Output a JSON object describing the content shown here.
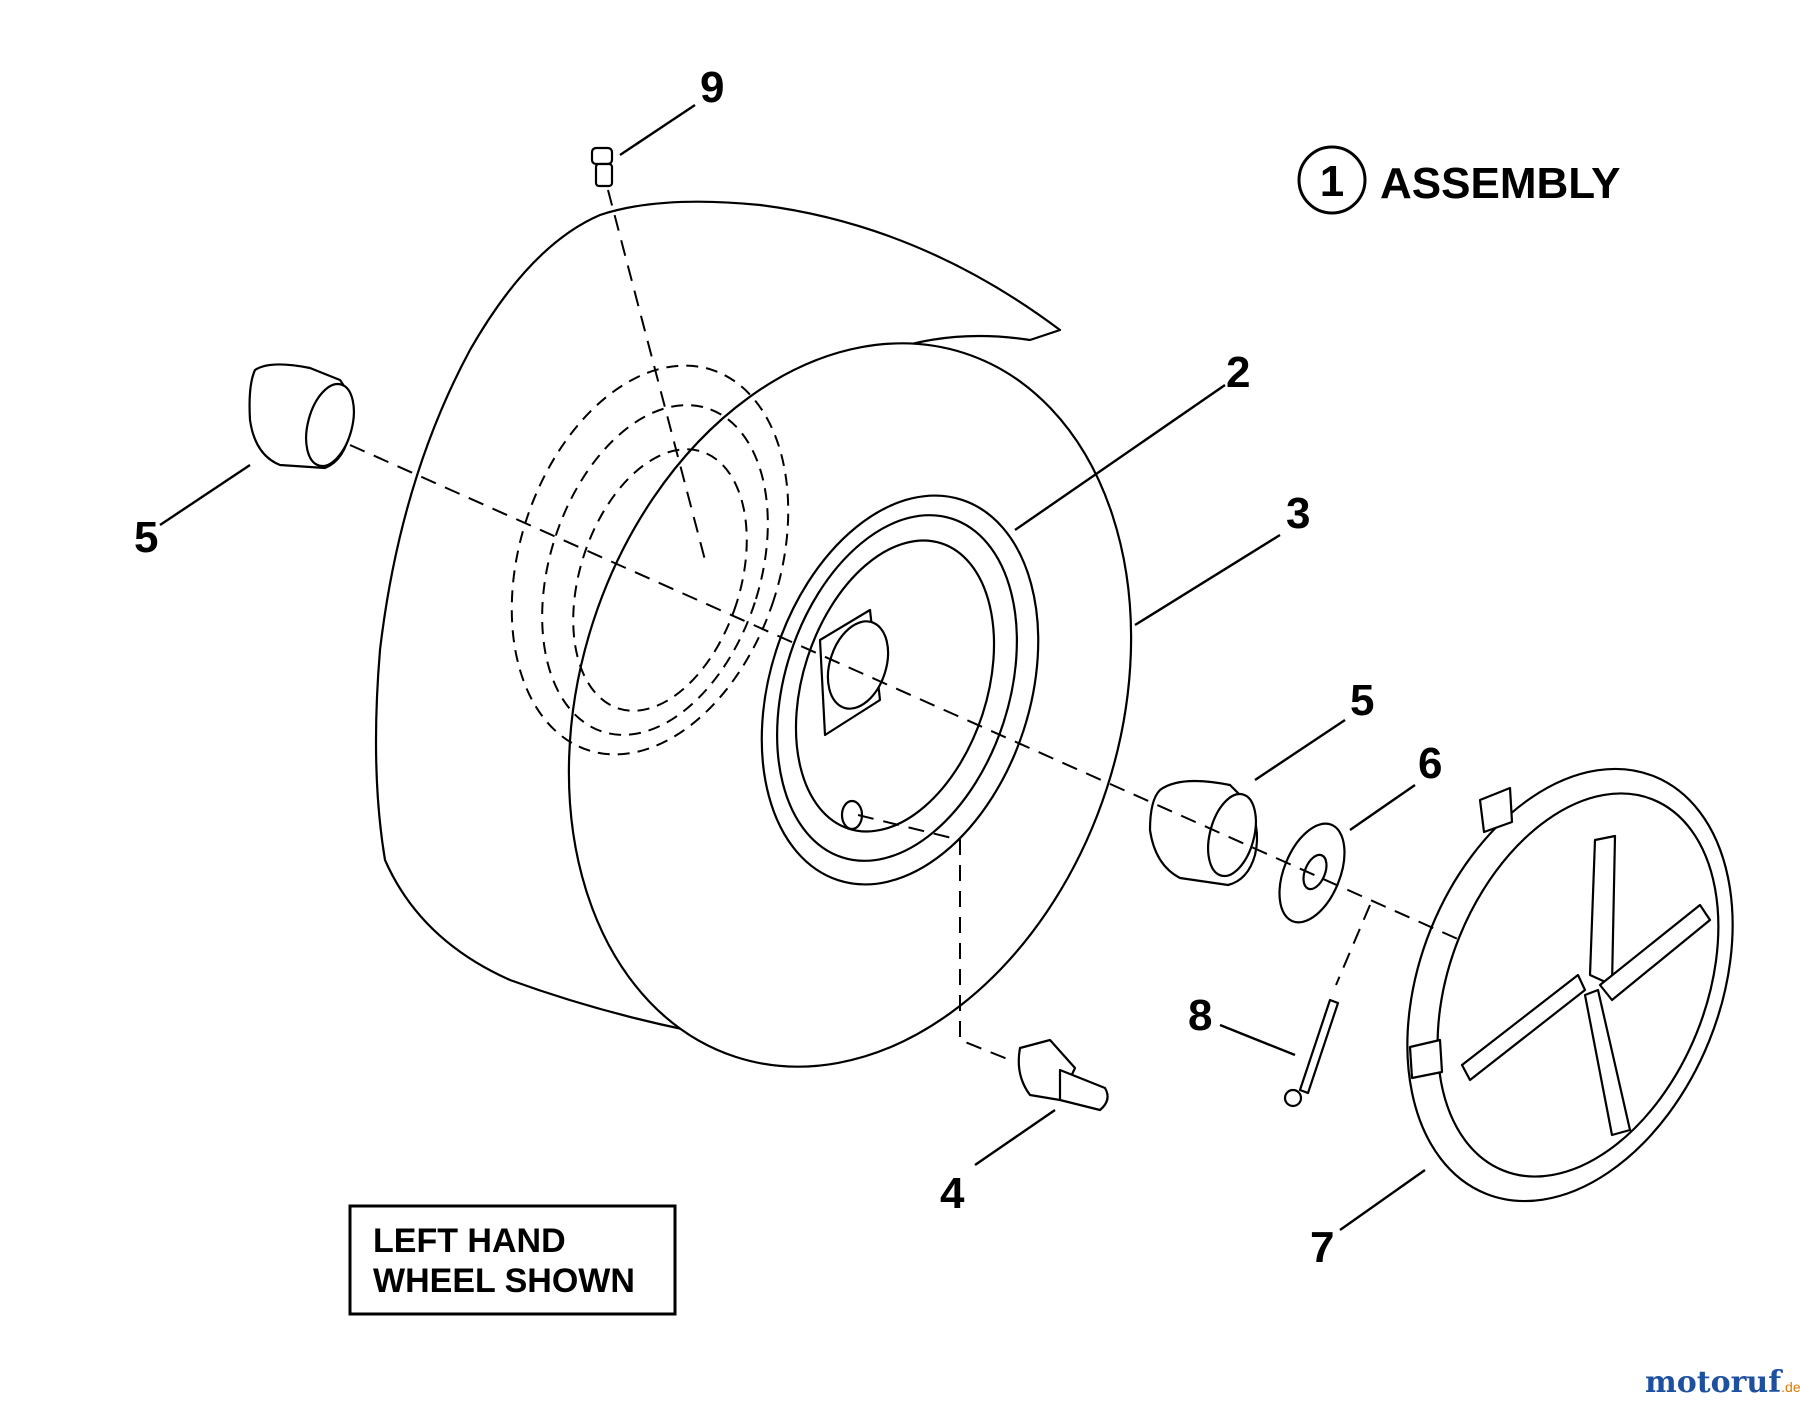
{
  "assembly": {
    "number": "1",
    "label": "ASSEMBLY"
  },
  "callouts": [
    {
      "id": "callout-9",
      "text": "9"
    },
    {
      "id": "callout-2",
      "text": "2"
    },
    {
      "id": "callout-3",
      "text": "3"
    },
    {
      "id": "callout-5-left",
      "text": "5"
    },
    {
      "id": "callout-5-right",
      "text": "5"
    },
    {
      "id": "callout-6",
      "text": "6"
    },
    {
      "id": "callout-8",
      "text": "8"
    },
    {
      "id": "callout-4",
      "text": "4"
    },
    {
      "id": "callout-7",
      "text": "7"
    }
  ],
  "note": {
    "line1": "LEFT HAND",
    "line2": "WHEEL SHOWN"
  },
  "watermark": {
    "brand": "motoruf",
    "suffix": ".de"
  },
  "colors": {
    "ink": "#000000",
    "paper": "#ffffff",
    "brand_blue": "#1e50a0",
    "brand_orange": "#e07b00"
  }
}
